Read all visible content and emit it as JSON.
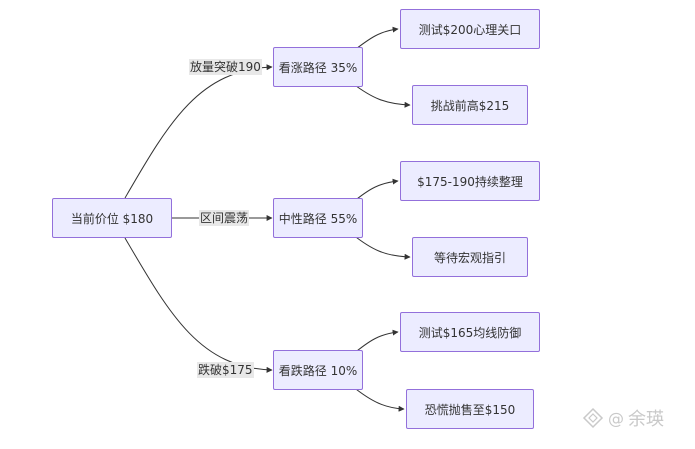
{
  "diagram": {
    "root": {
      "label": "当前价位 $180"
    },
    "branches": [
      {
        "edge_label": "放量突破190",
        "node_label": "看涨路径 35%",
        "children": [
          "测试$200心理关口",
          "挑战前高$215"
        ]
      },
      {
        "edge_label": "区间震荡",
        "node_label": "中性路径 55%",
        "children": [
          "$175-190持续整理",
          "等待宏观指引"
        ]
      },
      {
        "edge_label": "跌破$175",
        "node_label": "看跌路径 10%",
        "children": [
          "测试$165均线防御",
          "恐慌抛售至$150"
        ]
      }
    ]
  },
  "watermark": {
    "text": "余瑛",
    "at_symbol": "@"
  },
  "colors": {
    "node_fill": "#ececff",
    "node_border": "#9370db",
    "edge": "#333333",
    "edge_label_bg": "#e8e8e8",
    "text": "#333333",
    "watermark": "#c9c9c9"
  }
}
